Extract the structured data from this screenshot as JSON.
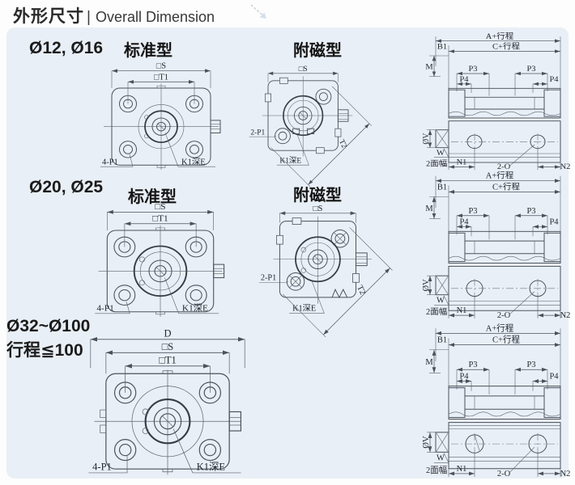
{
  "header": {
    "title_cn": "外形尺寸",
    "title_divider": "|",
    "title_en": "Overall Dimension",
    "corner_icon": "diagonal-arrow"
  },
  "rows": [
    {
      "bore": "Ø12, Ø16",
      "standard_heading": "标准型",
      "magnet_heading": "附磁型"
    },
    {
      "bore": "Ø20, Ø25",
      "standard_heading": "标准型",
      "magnet_heading": "附磁型"
    },
    {
      "bore": "Ø32~Ø100",
      "stroke_note": "行程≦100"
    }
  ],
  "dims": {
    "d": "D",
    "s": "□S",
    "t1": "□T1",
    "four_p1": "4-P1",
    "two_p1": "2-P1",
    "k1_depth_e": "K1深E",
    "t2": "T2",
    "a_plus_stroke": "A+行程",
    "c_plus_stroke": "C+行程",
    "b1": "B1",
    "m": "M",
    "p3": "P3",
    "p4": "P4",
    "phi_v": "ØV",
    "w": "W",
    "two_face_width": "2面幅",
    "n1": "N1",
    "two_o": "2-O",
    "n2": "N2"
  },
  "colors": {
    "panel_bg": "#e9eff6",
    "drawing_line": "#4a525c",
    "text": "#23282e"
  }
}
